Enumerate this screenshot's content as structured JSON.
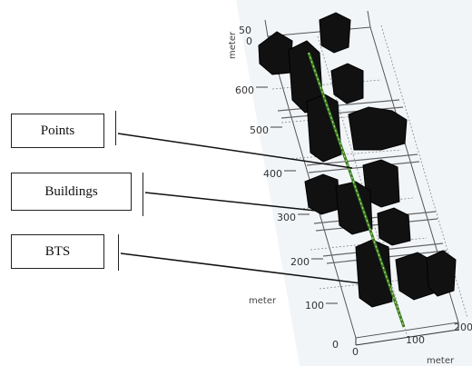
{
  "labels": {
    "points": "Points",
    "buildings": "Buildings",
    "bts": "BTS"
  },
  "axes": {
    "vertical_title": "meter",
    "vertical_ticks": [
      "50",
      "0",
      "600",
      "500",
      "400",
      "300",
      "200",
      "100"
    ],
    "left_title": "meter",
    "bottom_title": "meter",
    "bottom_ticks": [
      "0",
      "0",
      "100",
      "200"
    ]
  },
  "colors": {
    "building": "#111111",
    "points": "#3a7d1e",
    "box": "#444444",
    "label_border": "#222222"
  }
}
